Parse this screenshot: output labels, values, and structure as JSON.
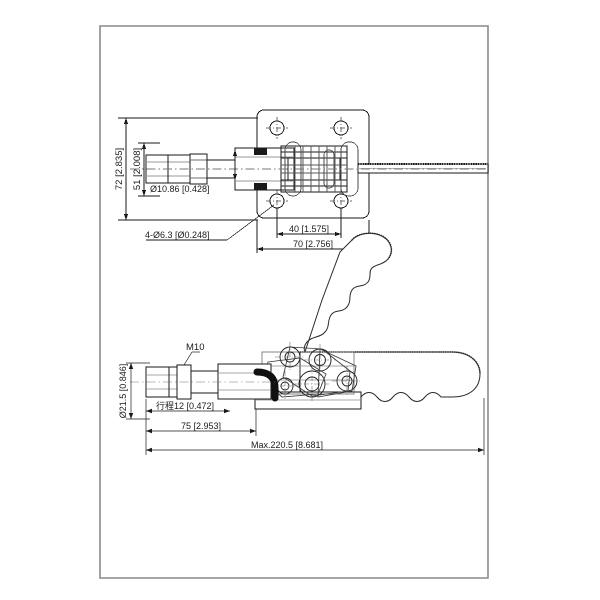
{
  "drawing": {
    "title": "Push-Pull Toggle Clamp Technical Drawing",
    "sheet_border_color": "#7d7d7d",
    "line_color": "#1a1a1a",
    "background": "#ffffff",
    "views": [
      {
        "name": "top-view",
        "label": ""
      },
      {
        "name": "side-view",
        "label": ""
      }
    ]
  },
  "top_view": {
    "dimensions": {
      "height_overall": "72 [2.835]",
      "height_plate": "51 [2.008]",
      "bushing_diameter": "Ø10.86 [0.428]",
      "mounting_holes": "4-Ø6.3 [Ø0.248]",
      "hole_spacing_x": "40 [1.575]",
      "plate_width": "70 [2.756]"
    }
  },
  "side_view": {
    "dimensions": {
      "thread": "M10",
      "plunger_diameter": "Ø21.5 [0.846]",
      "stroke": "行程12 [0.472]",
      "length_to_base": "75 [2.953]",
      "max_length": "Max.220.5 [8.681]"
    }
  }
}
